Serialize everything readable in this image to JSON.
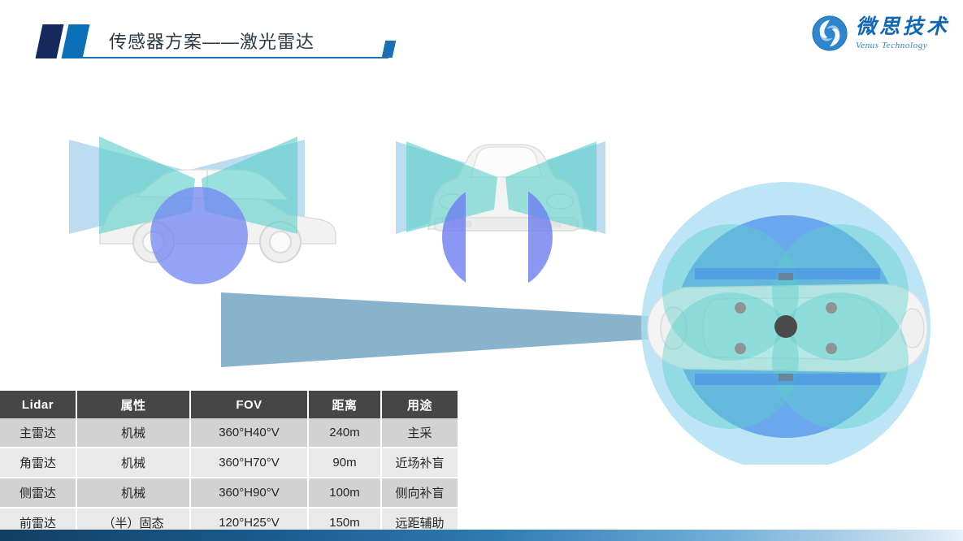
{
  "header": {
    "title": "传感器方案——激光雷达",
    "accent_dark": "#16295c",
    "accent_blue": "#0b6fb8"
  },
  "logo": {
    "icon": "venus-swirl-logo-icon",
    "cn_name": "微思技术",
    "en_name": "Venus Technology",
    "color": "#1166b5"
  },
  "diagram": {
    "views": [
      {
        "name": "side-view",
        "label": "side view of vehicle with lidar coverage"
      },
      {
        "name": "front-view",
        "label": "front view of vehicle with lidar coverage"
      },
      {
        "name": "top-view",
        "label": "top view of vehicle with lidar coverage"
      }
    ],
    "colors": {
      "main_lidar_fov": "#7184f2",
      "corner_lidar_fov": "#5dd0cb",
      "side_lidar_fov": "#a9d4ea",
      "front_lidar_beam": "#7fabc9",
      "top_outer_range": "#addff4",
      "top_inner_range": "#4a8fe8",
      "sensor_dot": "#4a4a4a"
    }
  },
  "table": {
    "columns": [
      "Lidar",
      "属性",
      "FOV",
      "距离",
      "用途"
    ],
    "rows": [
      {
        "lidar": "主雷达",
        "attribute": "机械",
        "fov": "360°H40°V",
        "range": "240m",
        "use": "主采"
      },
      {
        "lidar": "角雷达",
        "attribute": "机械",
        "fov": "360°H70°V",
        "range": "90m",
        "use": "近场补盲"
      },
      {
        "lidar": "侧雷达",
        "attribute": "机械",
        "fov": "360°H90°V",
        "range": "100m",
        "use": "侧向补盲"
      },
      {
        "lidar": "前雷达",
        "attribute": "（半）固态",
        "fov": "120°H25°V",
        "range": "150m",
        "use": "远距辅助"
      }
    ],
    "header_bg": "#464646",
    "row_odd_bg": "#d2d2d2",
    "row_even_bg": "#e9e9e9"
  }
}
